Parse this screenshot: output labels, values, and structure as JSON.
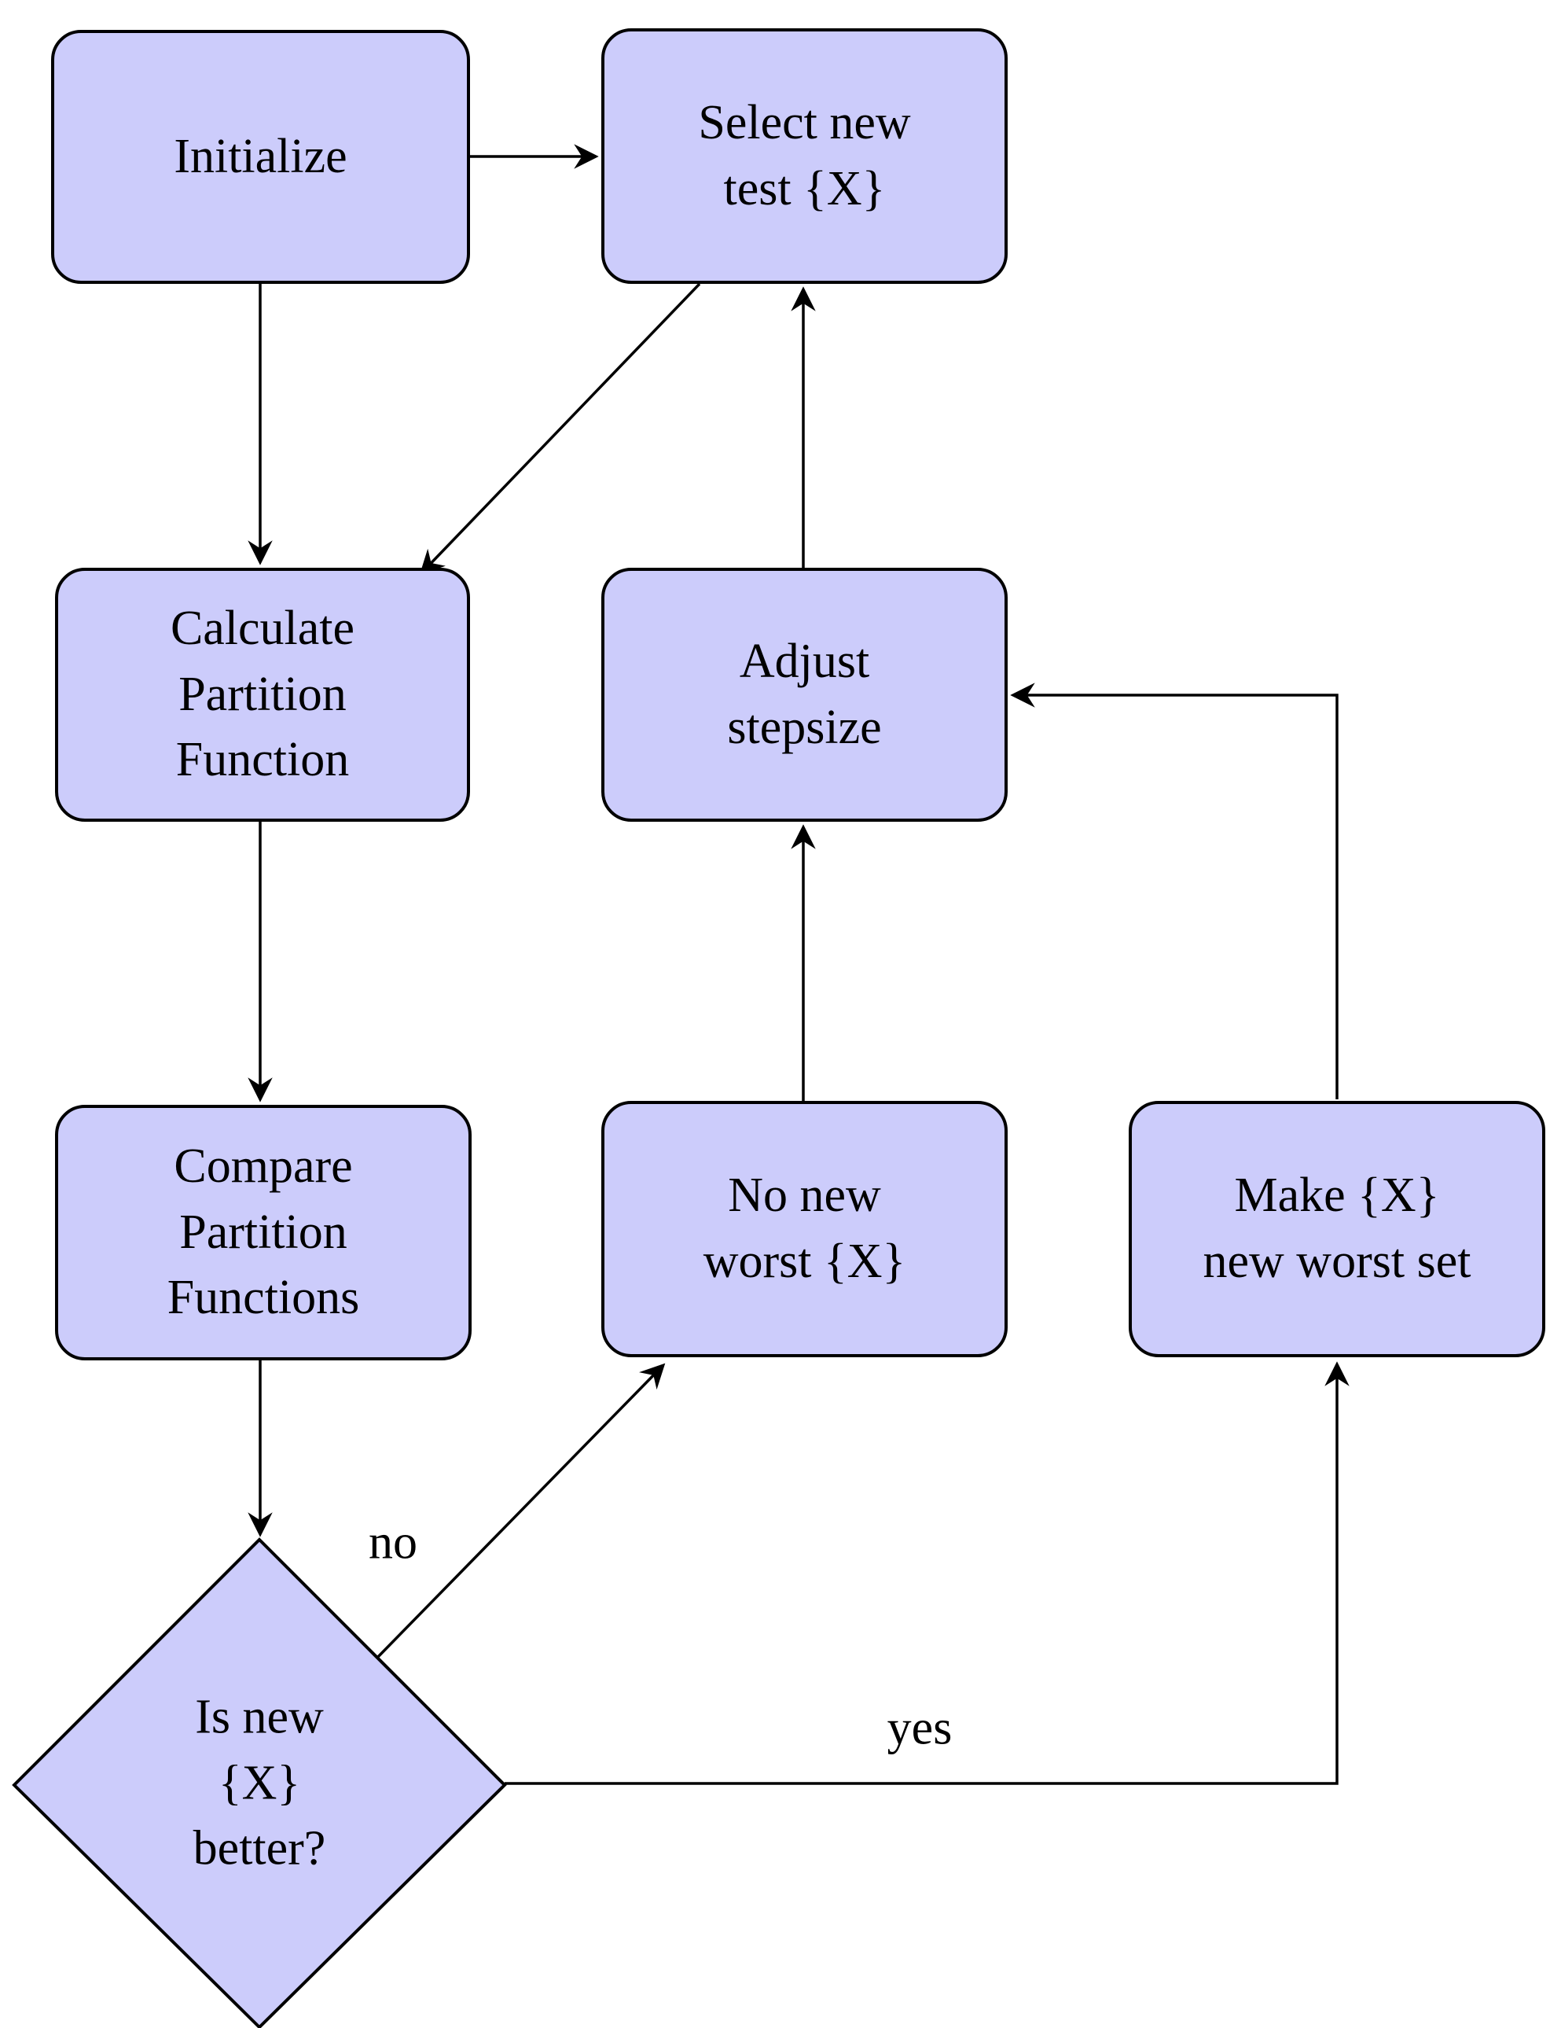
{
  "colors": {
    "node_fill": "#ccccfb",
    "node_border": "#000000",
    "edge_color": "#000000",
    "background": "#ffffff"
  },
  "nodes": {
    "initialize": {
      "label": "Initialize"
    },
    "select": {
      "label": "Select new\ntest {X}"
    },
    "calculate": {
      "label": "Calculate\nPartition\nFunction"
    },
    "adjust": {
      "label": "Adjust\nstepsize"
    },
    "compare": {
      "label": "Compare\nPartition\nFunctions"
    },
    "no_new_worst": {
      "label": "No new\nworst {X}"
    },
    "make_worst": {
      "label": "Make {X}\nnew worst set"
    },
    "decision": {
      "label": "Is new\n{X}\nbetter?"
    }
  },
  "edge_labels": {
    "no": "no",
    "yes": "yes"
  }
}
